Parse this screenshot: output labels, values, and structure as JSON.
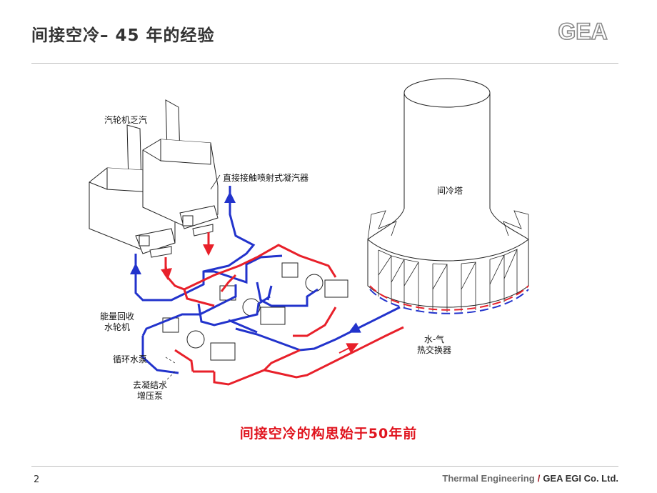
{
  "header": {
    "title": "间接空冷– 45 年的经验",
    "logo_text": "GEA"
  },
  "labels": {
    "exhaust": "汽轮机乏汽",
    "condenser": "直接接触喷射式凝汽器",
    "tower": "间冷塔",
    "recovery_line1": "能量回收",
    "recovery_line2": "水轮机",
    "pump": "循环水泵",
    "to_condensate_line1": "去凝结水",
    "to_condensate_line2": "增压泵",
    "hx_line1": "水-气",
    "hx_line2": "热交换器"
  },
  "caption": "间接空冷的构思始于50年前",
  "footer": {
    "page": "2",
    "left": "Thermal Engineering",
    "sep": "/",
    "company": "GEA EGI Co. Ltd."
  },
  "colors": {
    "hot_pipe": "#e8202a",
    "cold_pipe": "#2233cc",
    "line": "#222222",
    "accent": "#e0141e"
  }
}
